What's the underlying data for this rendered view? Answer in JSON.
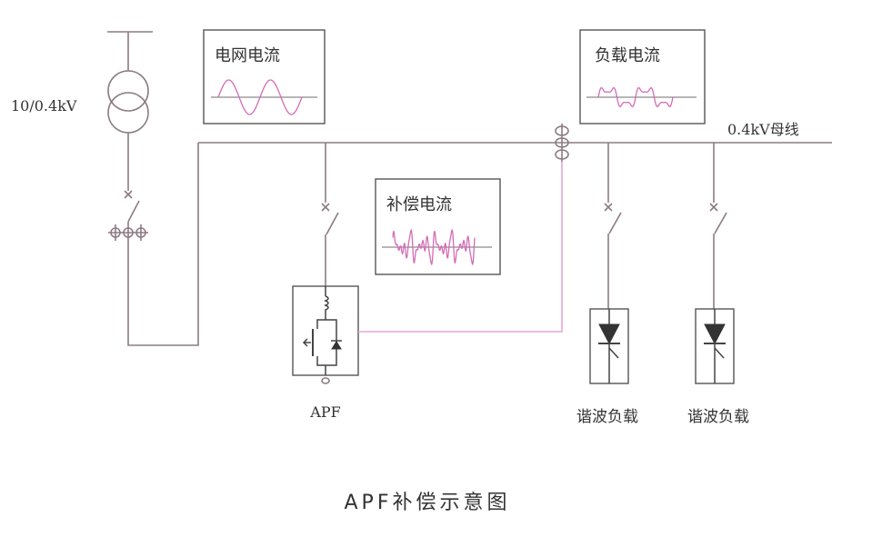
{
  "transformer": {
    "label": "10/0.4kV"
  },
  "bus": {
    "label": "0.4kV母线"
  },
  "waveforms": {
    "grid_current": {
      "title": "电网电流"
    },
    "load_current": {
      "title": "负载电流"
    },
    "compensation_current": {
      "title": "补偿电流"
    }
  },
  "apf": {
    "label": "APF"
  },
  "loads": [
    {
      "label": "谐波负载"
    },
    {
      "label": "谐波负载"
    }
  ],
  "caption": "APF补偿示意图",
  "icons": {
    "transformer": "transformer-icon",
    "switch": "switch-icon",
    "fuse": "fuse-icon",
    "current_transformer": "current-transformer-icon",
    "igbt": "igbt-icon",
    "diode": "diode-icon"
  },
  "colors": {
    "circuit_line": "#8c7b83",
    "box_border": "#555555",
    "waveform": "#d46cb6",
    "signal_line": "#e6a6d8",
    "text": "#333333"
  }
}
